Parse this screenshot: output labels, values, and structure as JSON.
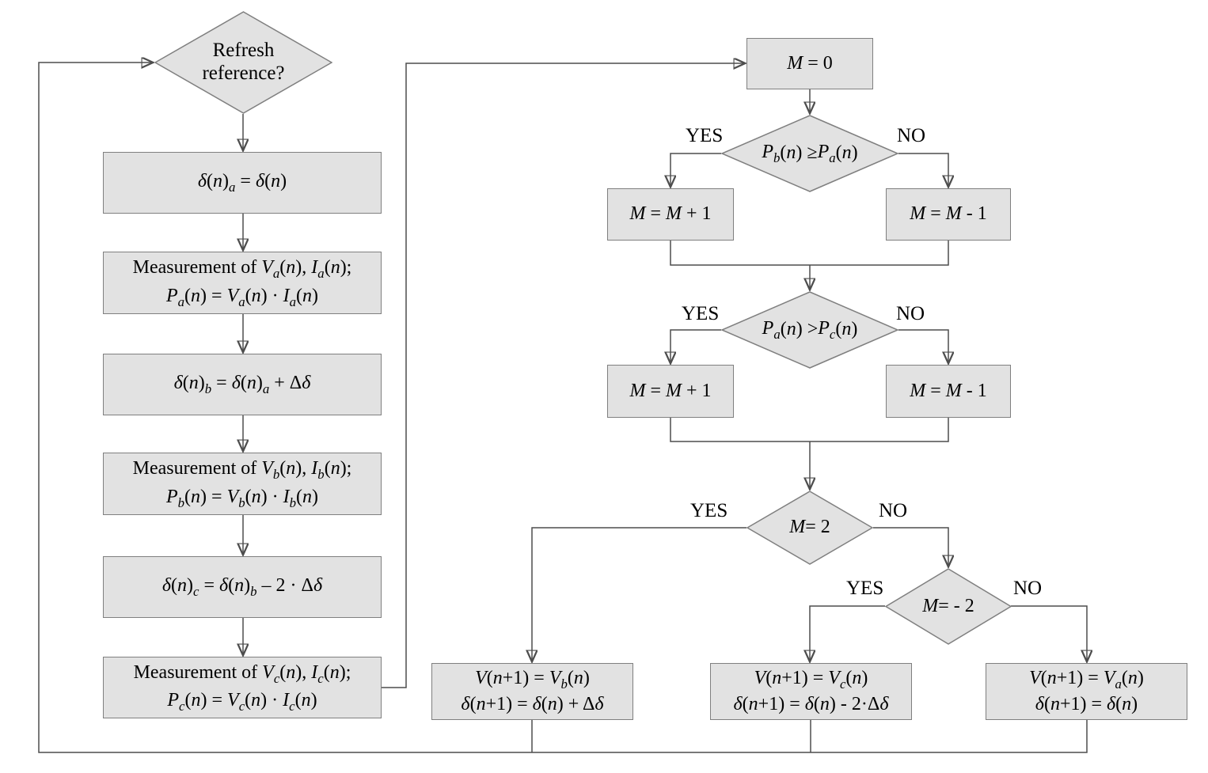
{
  "figure": {
    "type": "flowchart",
    "background": "#ffffff"
  },
  "colors": {
    "node_fill": "#e2e2e2",
    "node_border": "#7f7f7f",
    "connector": "#4d4d4d",
    "arrowhead": "#1a1a1a",
    "text": "#000000"
  },
  "labels": {
    "yes": "YES",
    "no": "NO"
  },
  "nodes": {
    "refresh_reference": {
      "type": "decision",
      "html": "Refresh<br>reference?"
    },
    "delta_a": {
      "type": "process",
      "html": "<i>δ</i>(<i>n</i>)<sub><i>a</i></sub> = <i>δ</i>(<i>n</i>)"
    },
    "measure_a": {
      "type": "process",
      "html": "Measurement of <i>V<sub>a</sub></i>(<i>n</i>), <i>I<sub>a</sub></i>(<i>n</i>);<br><i>P<sub>a</sub></i>(<i>n</i>) = <i>V<sub>a</sub></i>(<i>n</i>) · <i>I<sub>a</sub></i>(<i>n</i>)"
    },
    "delta_b": {
      "type": "process",
      "html": "<i>δ</i>(<i>n</i>)<sub><i>b</i></sub> = <i>δ</i>(<i>n</i>)<sub><i>a</i></sub> + Δ<i>δ</i>"
    },
    "measure_b": {
      "type": "process",
      "html": "Measurement of <i>V<sub>b</sub></i>(<i>n</i>), <i>I<sub>b</sub></i>(<i>n</i>);<br><i>P<sub>b</sub></i>(<i>n</i>) = <i>V<sub>b</sub></i>(<i>n</i>) · <i>I<sub>b</sub></i>(<i>n</i>)"
    },
    "delta_c": {
      "type": "process",
      "html": "<i>δ</i>(<i>n</i>)<sub><i>c</i></sub> = <i>δ</i>(<i>n</i>)<sub><i>b</i></sub> – 2 · Δ<i>δ</i>"
    },
    "measure_c": {
      "type": "process",
      "html": "Measurement of <i>V<sub>c</sub></i>(<i>n</i>), <i>I<sub>c</sub></i>(<i>n</i>);<br><i>P<sub>c</sub></i>(<i>n</i>) = <i>V<sub>c</sub></i>(<i>n</i>) · <i>I<sub>c</sub></i>(<i>n</i>)"
    },
    "m_zero": {
      "type": "process",
      "html": "<i>M</i> = 0"
    },
    "cmp_pb_pa": {
      "type": "decision",
      "html": "<i>P<sub>b</sub></i>(<i>n</i>) ≥ <i>P<sub>a</sub></i>(<i>n</i>)"
    },
    "m_inc": {
      "type": "process",
      "html": "<i>M</i> = <i>M</i> + 1"
    },
    "m_dec": {
      "type": "process",
      "html": "<i>M</i> = <i>M</i> - 1"
    },
    "cmp_pa_pc": {
      "type": "decision",
      "html": "<i>P<sub>a</sub></i>(<i>n</i>) &gt; <i>P<sub>c</sub></i>(<i>n</i>)"
    },
    "m_eq_2": {
      "type": "decision",
      "html": "<i>M</i> = 2"
    },
    "m_eq_minus_2": {
      "type": "decision",
      "html": "<i>M</i> = - 2"
    },
    "out_b": {
      "type": "process",
      "html": "<i>V</i>(<i>n</i>+1) = <i>V<sub>b</sub></i>(<i>n</i>)<br><i>δ</i>(<i>n</i>+1) = <i>δ</i>(<i>n</i>) + Δ<i>δ</i>"
    },
    "out_c": {
      "type": "process",
      "html": "<i>V</i>(<i>n</i>+1) = <i>V<sub>c</sub></i>(<i>n</i>)<br><i>δ</i>(<i>n</i>+1) = <i>δ</i>(<i>n</i>) - 2·Δ<i>δ</i>"
    },
    "out_a": {
      "type": "process",
      "html": "<i>V</i>(<i>n</i>+1) = <i>V<sub>a</sub></i>(<i>n</i>)<br><i>δ</i>(<i>n</i>+1) = <i>δ</i>(<i>n</i>)"
    }
  }
}
